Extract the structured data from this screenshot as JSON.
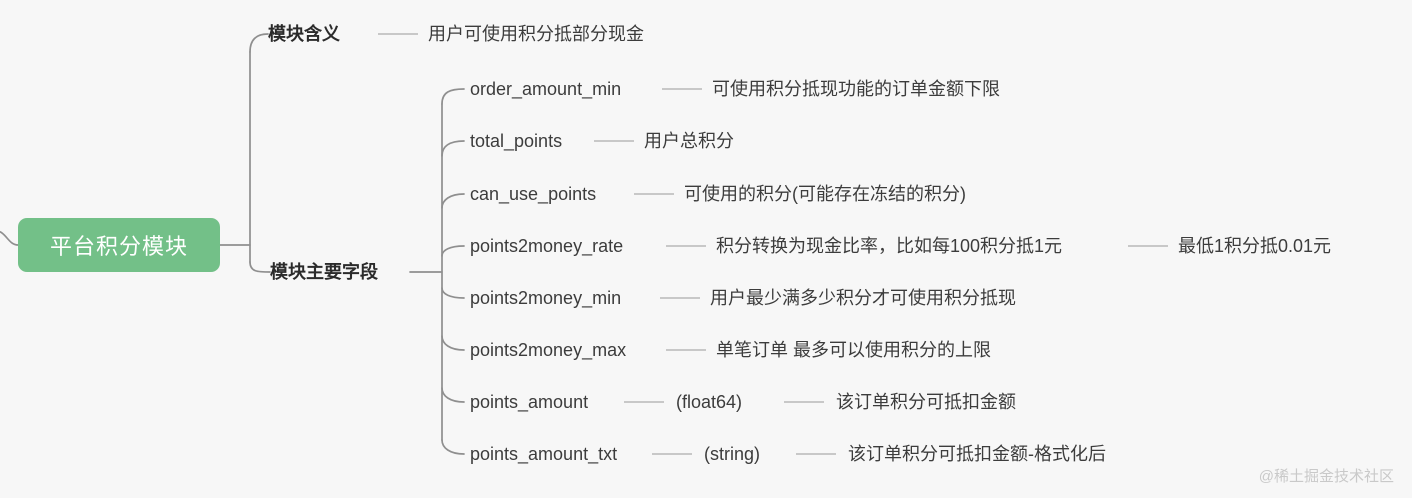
{
  "canvas": {
    "background": "#f7f7f7",
    "line_color": "#8f8f8f",
    "text_color": "#3c3c3c"
  },
  "root": {
    "label": "平台积分模块",
    "fill": "#73c088",
    "text_color": "#ffffff"
  },
  "branches": [
    {
      "label": "模块含义",
      "description": "用户可使用积分抵部分现金"
    },
    {
      "label": "模块主要字段"
    }
  ],
  "fields": [
    {
      "name": "order_amount_min",
      "description": "可使用积分抵现功能的订单金额下限",
      "extra": ""
    },
    {
      "name": "total_points",
      "description": "用户总积分",
      "extra": ""
    },
    {
      "name": "can_use_points",
      "description": "可使用的积分(可能存在冻结的积分)",
      "extra": ""
    },
    {
      "name": "points2money_rate",
      "description": "积分转换为现金比率，比如每100积分抵1元",
      "extra": "最低1积分抵0.01元"
    },
    {
      "name": "points2money_min",
      "description": "用户最少满多少积分才可使用积分抵现",
      "extra": ""
    },
    {
      "name": "points2money_max",
      "description": "单笔订单 最多可以使用积分的上限",
      "extra": ""
    },
    {
      "name": "points_amount",
      "description": "(float64)",
      "extra": "该订单积分可抵扣金额"
    },
    {
      "name": "points_amount_txt",
      "description": "(string)",
      "extra": "该订单积分可抵扣金额-格式化后"
    }
  ],
  "watermark": {
    "text": "@稀土掘金技术社区"
  }
}
